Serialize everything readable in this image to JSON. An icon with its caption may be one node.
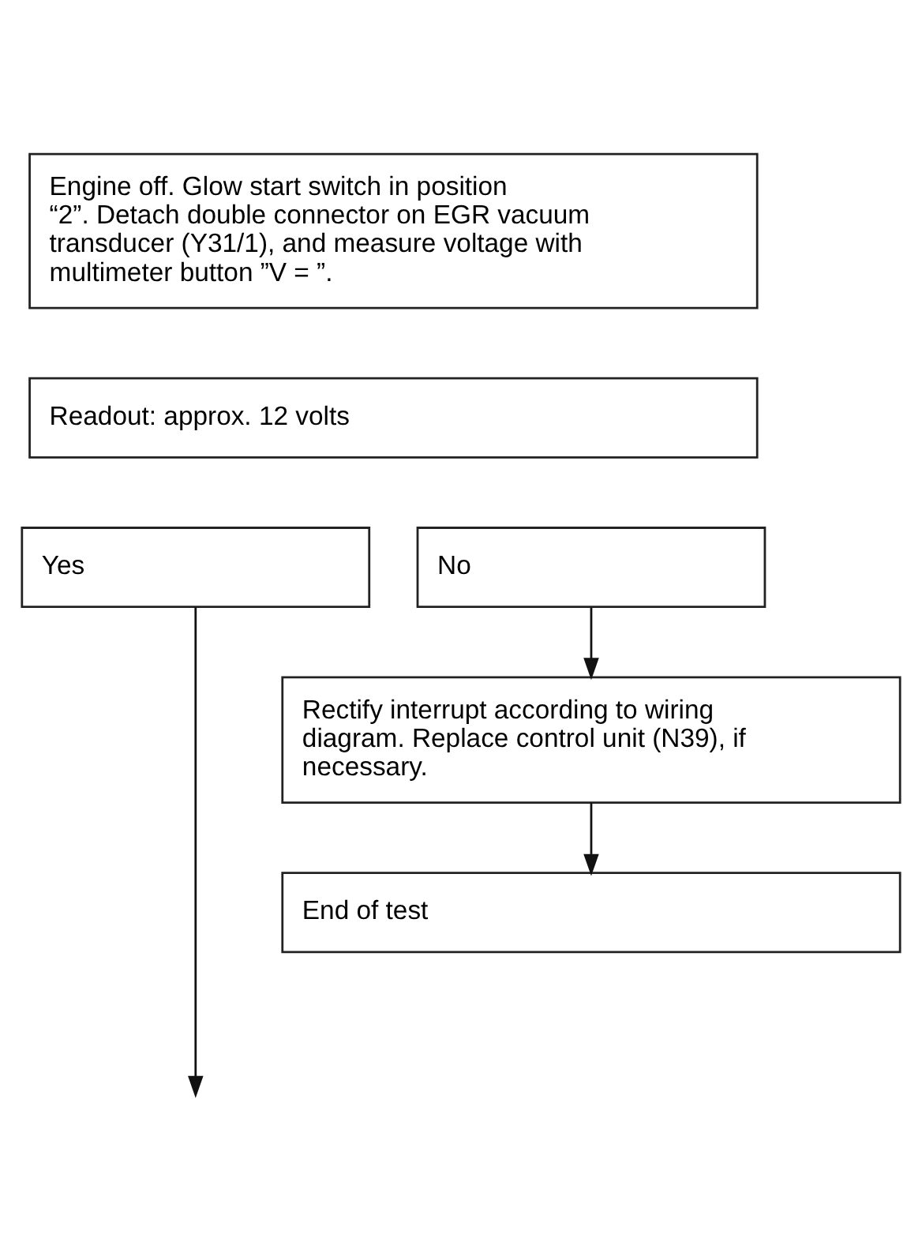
{
  "diagram": {
    "nodes": [
      {
        "text": [
          "Engine off. Glow start switch in position “2”. Detach double connector on EGR vacuum transducer (Y31/1), and measure voltage with multimeter button ”V = ”."
        ]
      },
      {
        "text": [
          "Readout: approx. 12 volts"
        ]
      },
      {
        "text": [
          "Yes"
        ]
      },
      {
        "text": [
          "No"
        ]
      },
      {
        "text": [
          "Rectify interrupt according to wiring diagram. Replace control unit (N39), if necessary."
        ]
      },
      {
        "text": [
          "End of test"
        ]
      }
    ],
    "edges": [
      {
        "from": 2,
        "to": null,
        "arrow": "to"
      },
      {
        "from": 3,
        "to": 4,
        "arrow": "to"
      },
      {
        "from": 4,
        "to": 5,
        "arrow": "to"
      }
    ]
  }
}
